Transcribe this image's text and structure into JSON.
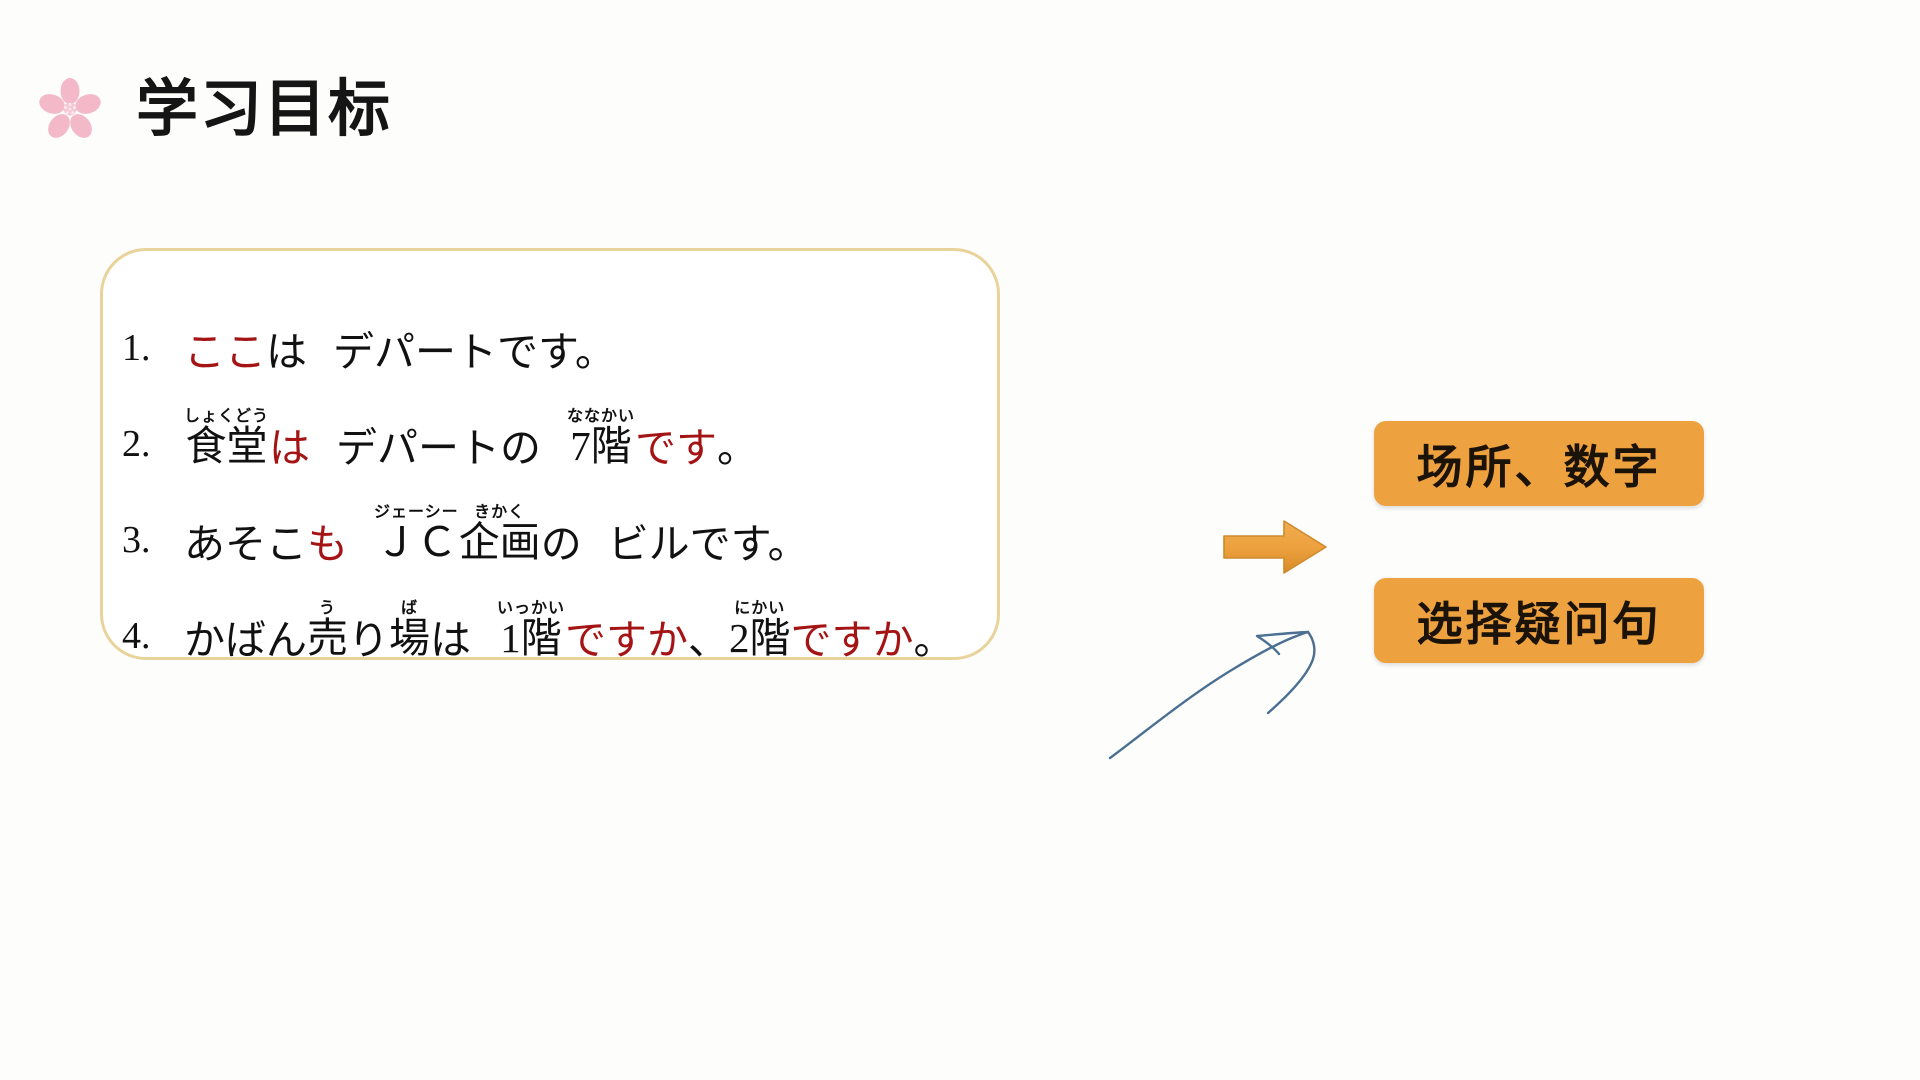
{
  "slide": {
    "title": "学习目标",
    "title_icon": "sakura-blossom-icon",
    "background_color": "#fdfdfc"
  },
  "sentence_box": {
    "border_color": "#e8d49a",
    "accent_red": "#a51414",
    "text_color": "#111111",
    "items": [
      {
        "number": "1.",
        "plain_text": "ここは　デパートです。",
        "segments": [
          {
            "text": "ここ",
            "color": "red",
            "ruby": ""
          },
          {
            "text": "は",
            "color": "black",
            "ruby": ""
          },
          {
            "text": "　",
            "color": "black",
            "ruby": ""
          },
          {
            "text": "デパートです。",
            "color": "black",
            "ruby": ""
          }
        ]
      },
      {
        "number": "2.",
        "plain_text": "食堂は　デパートの　7階です。",
        "segments": [
          {
            "text": "食堂",
            "color": "black",
            "ruby": "しょくどう"
          },
          {
            "text": "は",
            "color": "red",
            "ruby": ""
          },
          {
            "text": "　",
            "color": "black",
            "ruby": ""
          },
          {
            "text": "デパートの",
            "color": "black",
            "ruby": ""
          },
          {
            "text": "　",
            "color": "black",
            "ruby": ""
          },
          {
            "text": "7階",
            "color": "black",
            "ruby": "ななかい"
          },
          {
            "text": "です",
            "color": "red",
            "ruby": ""
          },
          {
            "text": "。",
            "color": "black",
            "ruby": ""
          }
        ]
      },
      {
        "number": "3.",
        "plain_text": "あそこも　ＪＣ企画の　ビルです。",
        "segments": [
          {
            "text": "あそこ",
            "color": "black",
            "ruby": ""
          },
          {
            "text": "も",
            "color": "red",
            "ruby": ""
          },
          {
            "text": "　",
            "color": "black",
            "ruby": ""
          },
          {
            "text": "ＪＣ",
            "color": "black",
            "ruby": "ジェーシー"
          },
          {
            "text": "企画",
            "color": "black",
            "ruby": "きかく"
          },
          {
            "text": "の",
            "color": "black",
            "ruby": ""
          },
          {
            "text": "　",
            "color": "black",
            "ruby": ""
          },
          {
            "text": "ビルです。",
            "color": "black",
            "ruby": ""
          }
        ]
      },
      {
        "number": "4.",
        "plain_text": "かばん売り場は　1階ですか、2階ですか。",
        "segments": [
          {
            "text": "かばん",
            "color": "black",
            "ruby": ""
          },
          {
            "text": "売",
            "color": "black",
            "ruby": "う"
          },
          {
            "text": "り",
            "color": "black",
            "ruby": ""
          },
          {
            "text": "場",
            "color": "black",
            "ruby": "ば"
          },
          {
            "text": "は",
            "color": "black",
            "ruby": ""
          },
          {
            "text": "　",
            "color": "black",
            "ruby": ""
          },
          {
            "text": "1階",
            "color": "black",
            "ruby": "いっかい"
          },
          {
            "text": "ですか",
            "color": "red",
            "ruby": ""
          },
          {
            "text": "、",
            "color": "black",
            "ruby": ""
          },
          {
            "text": "2階",
            "color": "black",
            "ruby": "にかい"
          },
          {
            "text": "ですか",
            "color": "red",
            "ruby": ""
          },
          {
            "text": "。",
            "color": "black",
            "ruby": ""
          }
        ]
      }
    ]
  },
  "tags": {
    "box_color": "#eda13f",
    "items": [
      {
        "label": "场所、数字"
      },
      {
        "label": "选择疑问句"
      }
    ]
  },
  "connectors": {
    "orange_arrow": {
      "icon": "right-arrow-icon",
      "color": "#eda13f"
    },
    "blue_arrow": {
      "icon": "curved-arrow-icon",
      "color": "#4a6f92"
    }
  }
}
